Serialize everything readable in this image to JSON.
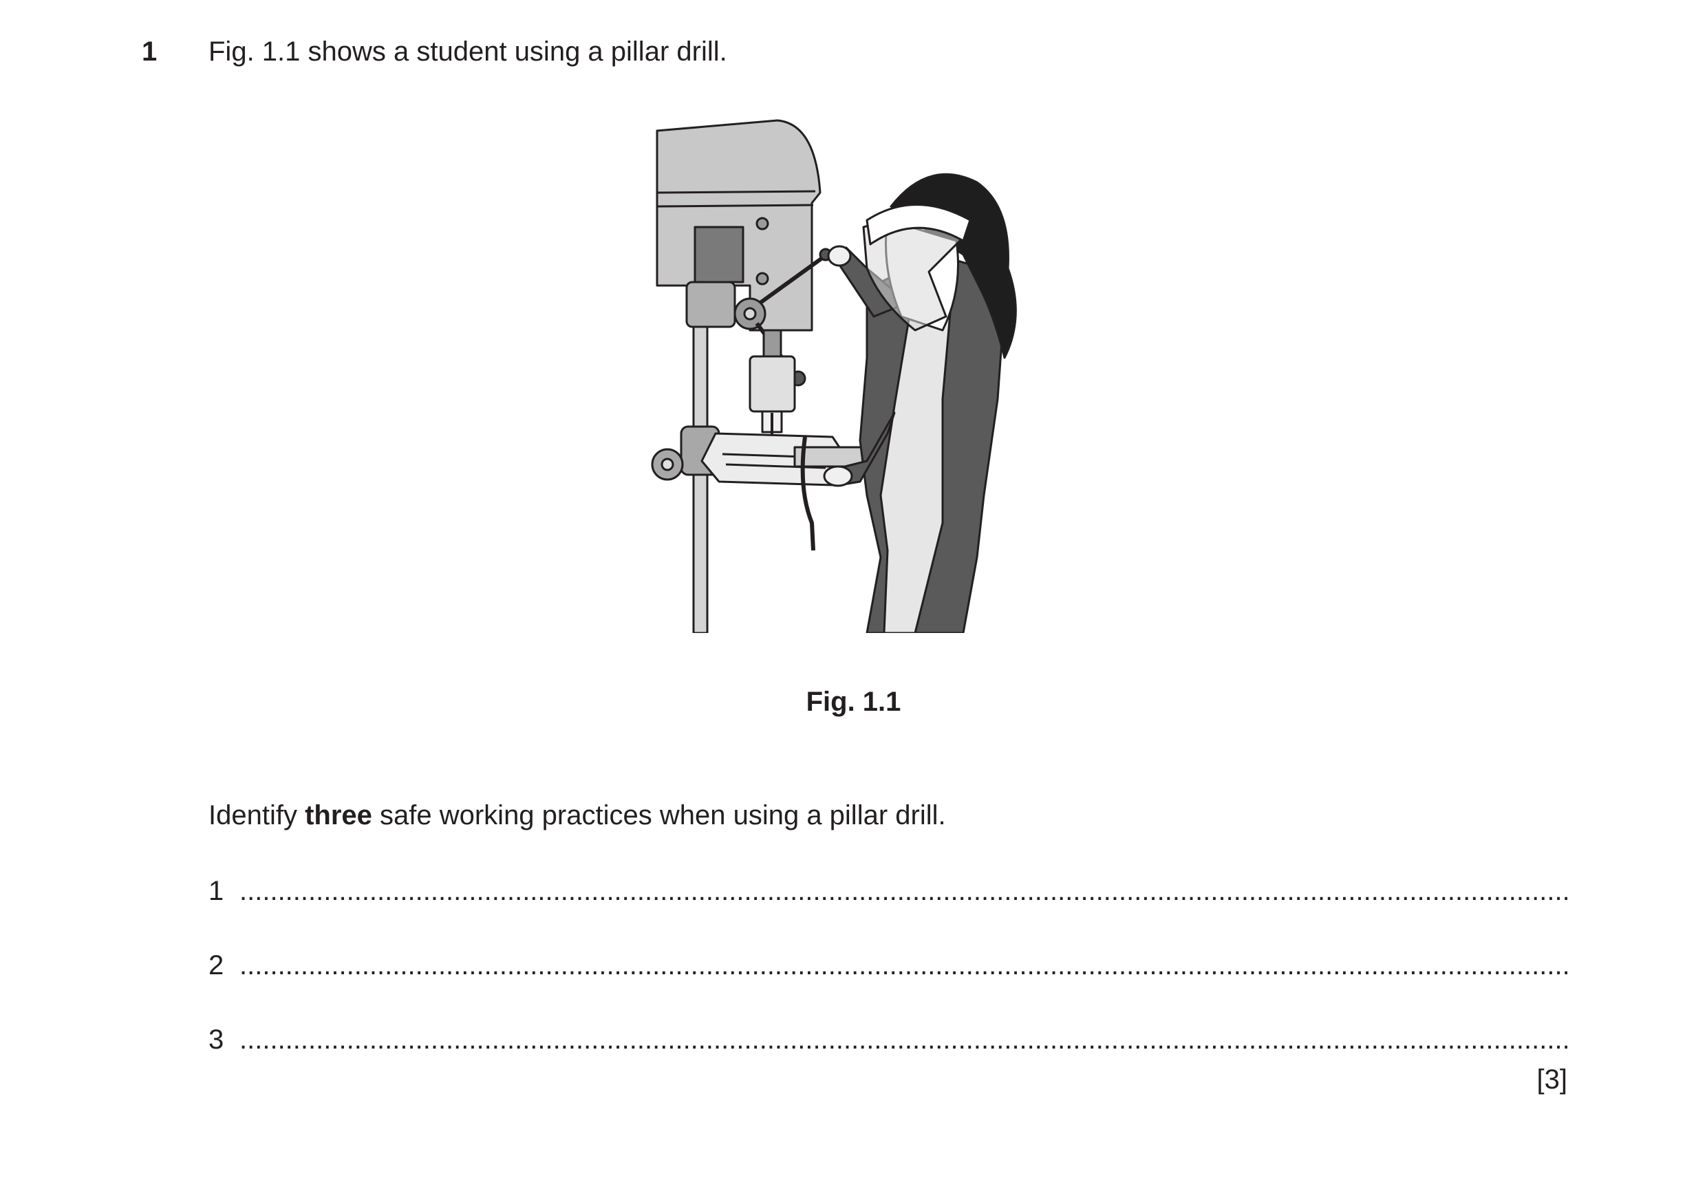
{
  "question": {
    "number": "1",
    "intro": "Fig. 1.1 shows a student using a pillar drill.",
    "figure_caption": "Fig. 1.1",
    "task_prefix": "Identify ",
    "task_bold": "three",
    "task_suffix": " safe working practices when using a pillar drill.",
    "answer_lines": [
      {
        "number": "1"
      },
      {
        "number": "2"
      },
      {
        "number": "3"
      }
    ],
    "marks": "[3]"
  }
}
